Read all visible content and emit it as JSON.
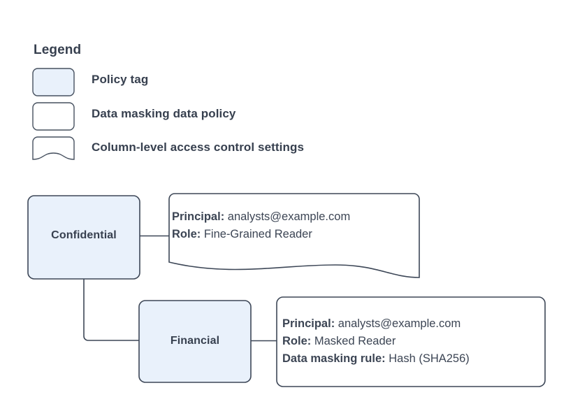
{
  "legend": {
    "title": "Legend",
    "items": [
      {
        "label": "Policy tag",
        "swatch": "rounded-rect-filled-icon"
      },
      {
        "label": "Data masking data policy",
        "swatch": "rounded-rect-outline-icon"
      },
      {
        "label": "Column-level access control settings",
        "swatch": "document-wave-icon"
      }
    ]
  },
  "nodes": [
    {
      "id": "confidential",
      "label": "Confidential",
      "type": "policy-tag"
    },
    {
      "id": "financial",
      "label": "Financial",
      "type": "policy-tag"
    }
  ],
  "callouts": [
    {
      "id": "confidential-access",
      "shape": "document-wave",
      "rows": [
        {
          "key": "Principal:",
          "value": "analysts@example.com"
        },
        {
          "key": "Role:",
          "value": "Fine-Grained Reader"
        }
      ]
    },
    {
      "id": "financial-access",
      "shape": "rounded-rect",
      "rows": [
        {
          "key": "Principal:",
          "value": "analysts@example.com"
        },
        {
          "key": "Role:",
          "value": "Masked Reader"
        },
        {
          "key": "Data masking rule:",
          "value": "Hash (SHA256)"
        }
      ]
    }
  ],
  "connectors": [
    {
      "from": "confidential",
      "to": "confidential-access"
    },
    {
      "from": "confidential",
      "to": "financial"
    },
    {
      "from": "financial",
      "to": "financial-access"
    }
  ],
  "colors": {
    "policy_tag_fill": "#e9f1fb",
    "shape_stroke": "#3d4757",
    "text": "#37404f",
    "background": "#ffffff"
  }
}
